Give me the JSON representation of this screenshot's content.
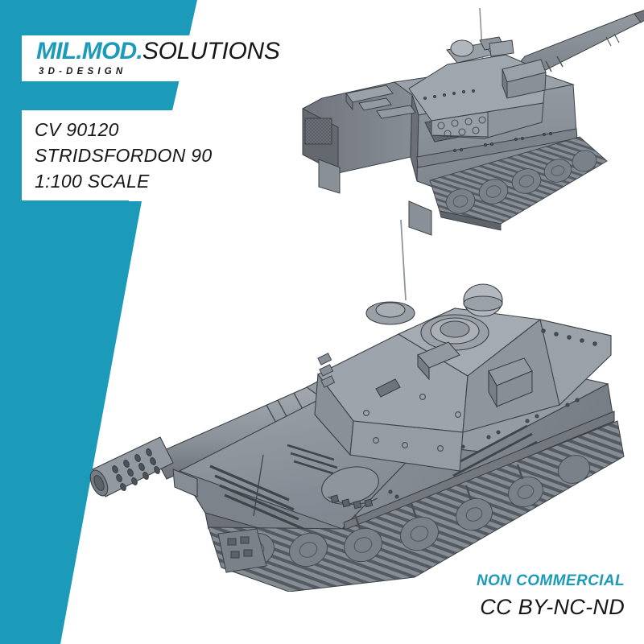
{
  "page": {
    "background_color": "#ffffff",
    "accent_color": "#1c9ab9",
    "text_color": "#15171a",
    "model_gray": "#8a8e94"
  },
  "brand": {
    "name_accent": "MIL.MOD.",
    "name_plain": "SOLUTIONS",
    "tagline": "3D-DESIGN"
  },
  "info": {
    "lines": [
      "CV 90120",
      "STRIDSFORDON 90",
      "1:100 SCALE"
    ]
  },
  "licence": {
    "top": "NON COMMERCIAL",
    "bottom": "CC BY-NC-ND"
  },
  "models": [
    {
      "id": "model-top",
      "name": "cv90120-rear-three-quarter-view",
      "description": "CV 90120 Stridsfordon 90 tank 3D render, rear three-quarter view, gun pointing up-right"
    },
    {
      "id": "model-bottom",
      "name": "cv90120-front-three-quarter-view",
      "description": "CV 90120 Stridsfordon 90 tank 3D render, front three-quarter view, gun with muzzle brake pointing down-left"
    }
  ]
}
